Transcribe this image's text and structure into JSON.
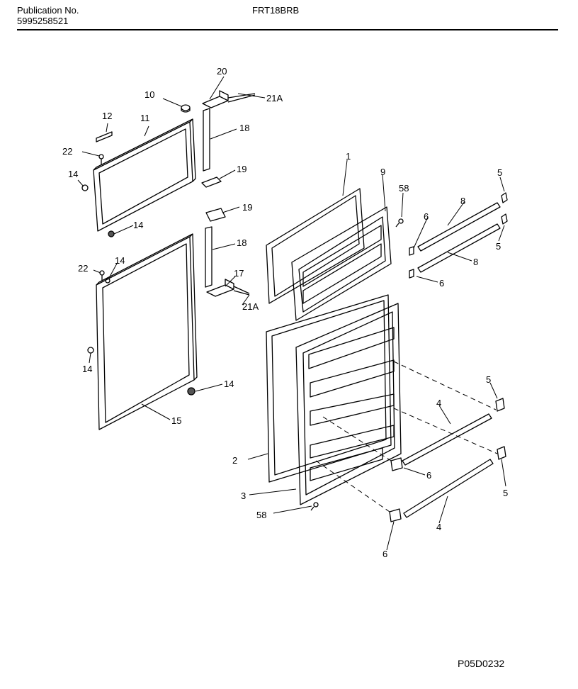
{
  "header": {
    "publication_label": "Publication No.",
    "publication_number": "5995258521",
    "model": "FRT18BRB"
  },
  "figure_code": "P05D0232",
  "callouts": {
    "c1": "1",
    "c2": "2",
    "c3": "3",
    "c4a": "4",
    "c4b": "4",
    "c5a": "5",
    "c5b": "5",
    "c5c": "5",
    "c5d": "5",
    "c6a": "6",
    "c6b": "6",
    "c6c": "6",
    "c6d": "6",
    "c8a": "8",
    "c8b": "8",
    "c9": "9",
    "c10": "10",
    "c11": "11",
    "c12": "12",
    "c14a": "14",
    "c14b": "14",
    "c14c": "14",
    "c14d": "14",
    "c14e": "14",
    "c15": "15",
    "c17": "17",
    "c18a": "18",
    "c18b": "18",
    "c19a": "19",
    "c19b": "19",
    "c20": "20",
    "c21a": "21A",
    "c21b": "21A",
    "c22a": "22",
    "c22b": "22",
    "c58a": "58",
    "c58b": "58"
  }
}
